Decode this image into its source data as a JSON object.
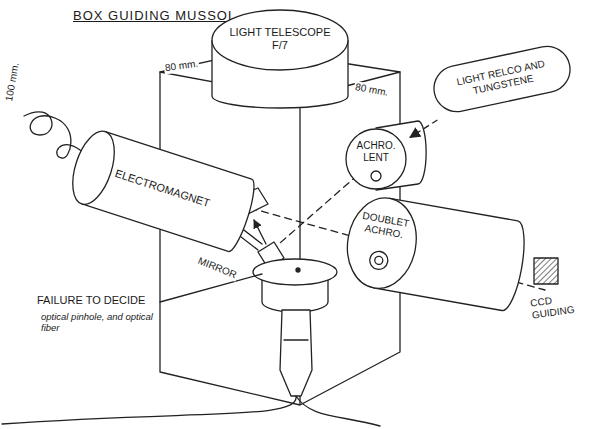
{
  "diagram": {
    "title": "BOX GUIDING MUSSOL",
    "nodes": [
      {
        "text": [
          "LIGHT TELESCOPE F/7"
        ]
      },
      {
        "text": [
          "ELECTROMAGNET"
        ]
      },
      {
        "text": [
          "ACHRO. LENT"
        ]
      },
      {
        "text": [
          "LIGHT RELCO AND TUNGSTENE"
        ]
      },
      {
        "text": [
          "DOUBLET ACHRO."
        ]
      }
    ],
    "edges": [
      {
        "from": 3,
        "to": 2,
        "arrow": "to"
      }
    ],
    "labels": [
      "80 mm.",
      "80 mm.",
      "100 mm.",
      "MIRROR",
      "FAILURE TO DECIDE",
      "optical pinhole, and optical fiber",
      "CCD GUIDING"
    ]
  }
}
